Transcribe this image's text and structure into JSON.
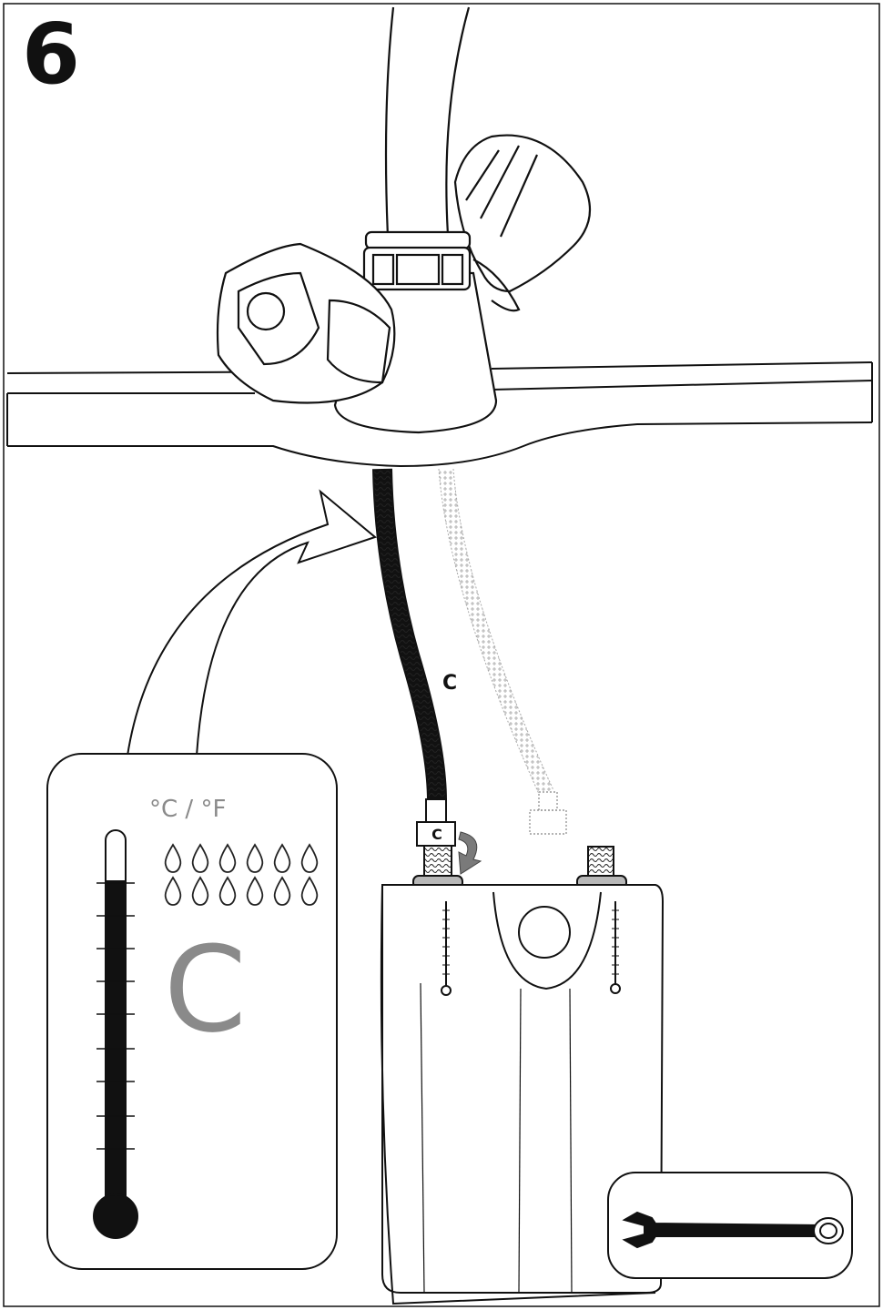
{
  "step": {
    "number": "6"
  },
  "temperature_panel": {
    "units": "°C / °F",
    "letter": "C",
    "drop_rows": 2,
    "drops_per_row": 6
  },
  "hose": {
    "label": "C"
  },
  "nut": {
    "label": "C"
  },
  "icons": {
    "thermometer": "thermometer-icon",
    "water_drop": "water-drop-icon",
    "wrench": "wrench-icon",
    "rotate_arrow": "rotate-arrow-icon"
  },
  "colors": {
    "line": "#111111",
    "label_gray": "#8a8a8a",
    "arrow_gray": "#7a7a7a"
  }
}
